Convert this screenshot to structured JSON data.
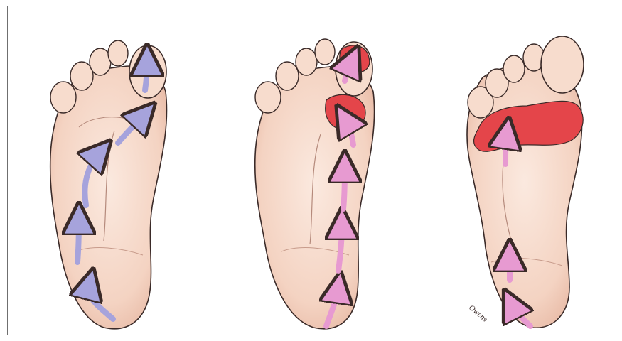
{
  "figure": {
    "artist_signature": "Owens",
    "colors": {
      "skin": "#f6d8c8",
      "skin_shadow": "#e8b9a6",
      "outline": "#3a2a28",
      "arrow_normal": "#a6a3dc",
      "arrow_abnormal": "#e79ad1",
      "pressure_area": "#e4454a"
    },
    "panels": [
      {
        "id": "normal-gait",
        "arrow_color": "arrow_normal",
        "pressure_areas": 0
      },
      {
        "id": "pressure-under-big-toe",
        "arrow_color": "arrow_abnormal",
        "pressure_areas": 2
      },
      {
        "id": "pressure-under-forefoot",
        "arrow_color": "arrow_abnormal",
        "pressure_areas": 1
      }
    ]
  }
}
